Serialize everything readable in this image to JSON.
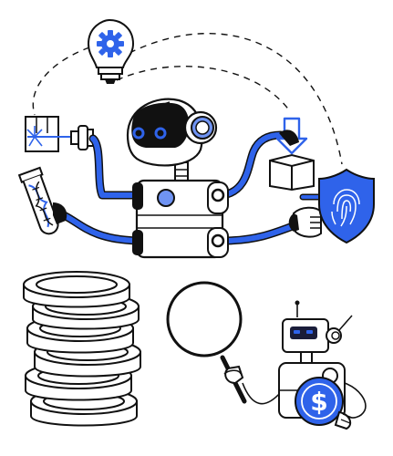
{
  "illustration": {
    "colors": {
      "outline": "#111111",
      "accent_blue": "#2f63ea",
      "light_blue": "#6f93f3",
      "white": "#ffffff",
      "screen_dark": "#1a1d3a"
    },
    "dollar_symbol": "$",
    "elements": [
      "robot",
      "gear-lightbulb-icon",
      "test-tube-dna-icon",
      "laser-beam-icon",
      "download-box-icon",
      "fingerprint-shield-icon",
      "coin-stack",
      "magnifying-glass",
      "small-robot",
      "dollar-coin-icon"
    ]
  }
}
